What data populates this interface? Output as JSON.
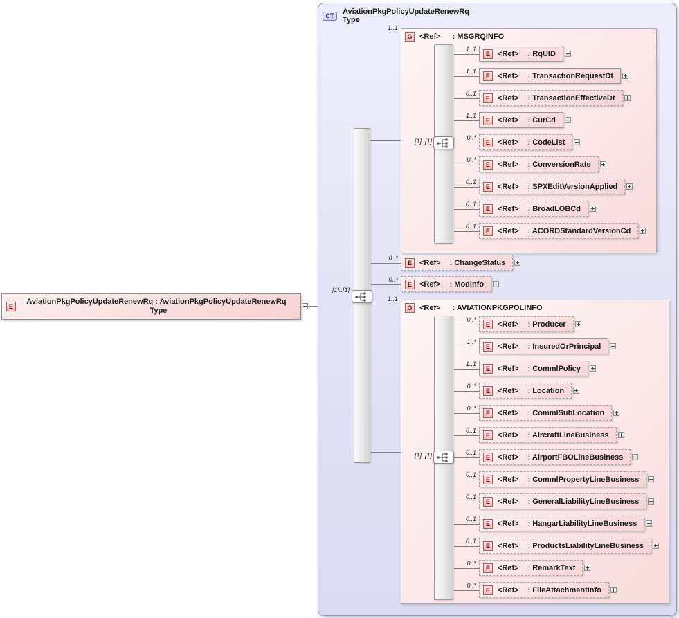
{
  "root_element": {
    "icon": "E",
    "label": "AviationPkgPolicyUpdateRenewRq : AviationPkgPolicyUpdateRenewRq_\nType"
  },
  "complex_type": {
    "icon": "CT",
    "title": "AviationPkgPolicyUpdateRenewRq_\nType",
    "compositor_cardinality": "[1]..[1]",
    "msgrqinfo": {
      "cardinality": "1..1",
      "icon": "G",
      "ref": "<Ref>",
      "name": ": MSGRQINFO",
      "compositor_cardinality": "[1]..[1]",
      "children": [
        {
          "cardinality": "1..1",
          "icon": "E",
          "ref": "<Ref>",
          "name": ": RqUID"
        },
        {
          "cardinality": "1..1",
          "icon": "E",
          "ref": "<Ref>",
          "name": ": TransactionRequestDt"
        },
        {
          "cardinality": "0..1",
          "icon": "E",
          "ref": "<Ref>",
          "name": ": TransactionEffectiveDt"
        },
        {
          "cardinality": "1..1",
          "icon": "E",
          "ref": "<Ref>",
          "name": ": CurCd"
        },
        {
          "cardinality": "0..*",
          "icon": "E",
          "ref": "<Ref>",
          "name": ": CodeList"
        },
        {
          "cardinality": "0..*",
          "icon": "E",
          "ref": "<Ref>",
          "name": ": ConversionRate"
        },
        {
          "cardinality": "0..1",
          "icon": "E",
          "ref": "<Ref>",
          "name": ": SPXEditVersionApplied"
        },
        {
          "cardinality": "0..1",
          "icon": "E",
          "ref": "<Ref>",
          "name": ": BroadLOBCd"
        },
        {
          "cardinality": "0..1",
          "icon": "E",
          "ref": "<Ref>",
          "name": ": ACORDStandardVersionCd"
        }
      ]
    },
    "change_status": {
      "cardinality": "0..*",
      "icon": "E",
      "ref": "<Ref>",
      "name": ": ChangeStatus"
    },
    "mod_info": {
      "cardinality": "0..*",
      "icon": "E",
      "ref": "<Ref>",
      "name": ": ModInfo"
    },
    "aviationpkgpolinfo": {
      "cardinality": "1..1",
      "icon": "G",
      "ref": "<Ref>",
      "name": ": AVIATIONPKGPOLINFO",
      "compositor_cardinality": "[1]..[1]",
      "children": [
        {
          "cardinality": "0..*",
          "icon": "E",
          "ref": "<Ref>",
          "name": ": Producer"
        },
        {
          "cardinality": "1..*",
          "icon": "E",
          "ref": "<Ref>",
          "name": ": InsuredOrPrincipal"
        },
        {
          "cardinality": "1..1",
          "icon": "E",
          "ref": "<Ref>",
          "name": ": CommlPolicy"
        },
        {
          "cardinality": "0..*",
          "icon": "E",
          "ref": "<Ref>",
          "name": ": Location"
        },
        {
          "cardinality": "0..*",
          "icon": "E",
          "ref": "<Ref>",
          "name": ": CommlSubLocation"
        },
        {
          "cardinality": "0..1",
          "icon": "E",
          "ref": "<Ref>",
          "name": ": AircraftLineBusiness"
        },
        {
          "cardinality": "0..1",
          "icon": "E",
          "ref": "<Ref>",
          "name": ": AirportFBOLineBusiness"
        },
        {
          "cardinality": "0..1",
          "icon": "E",
          "ref": "<Ref>",
          "name": ": CommlPropertyLineBusiness"
        },
        {
          "cardinality": "0..1",
          "icon": "E",
          "ref": "<Ref>",
          "name": ": GeneralLiabilityLineBusiness"
        },
        {
          "cardinality": "0..1",
          "icon": "E",
          "ref": "<Ref>",
          "name": ": HangarLiabilityLineBusiness"
        },
        {
          "cardinality": "0..1",
          "icon": "E",
          "ref": "<Ref>",
          "name": ": ProductsLiabilityLineBusiness"
        },
        {
          "cardinality": "0..*",
          "icon": "E",
          "ref": "<Ref>",
          "name": ": RemarkText"
        },
        {
          "cardinality": "0..*",
          "icon": "E",
          "ref": "<Ref>",
          "name": ": FileAttachmentInfo"
        }
      ]
    }
  },
  "colors": {
    "element_fill": "#f6d4d4",
    "element_icon_border": "#b25959",
    "group_fill": "#f9dcdc",
    "complex_type_fill": "#e6e6f7",
    "complex_type_border": "#9494bd",
    "wire": "#7f7f7f"
  }
}
